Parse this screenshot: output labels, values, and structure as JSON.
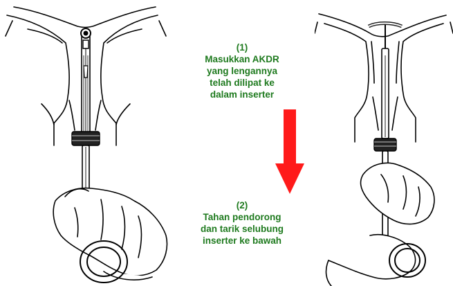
{
  "steps": [
    {
      "number": "(1)",
      "lines": [
        "Masukkan AKDR",
        "yang lengannya",
        "telah dilipat ke",
        "dalam inserter"
      ]
    },
    {
      "number": "(2)",
      "lines": [
        "Tahan pendorong",
        "dan tarik selubung",
        "inserter ke bawah"
      ]
    }
  ],
  "colors": {
    "text": "#1e7a1e",
    "arrow": "#ff1a1a",
    "line_art": "#000000"
  }
}
